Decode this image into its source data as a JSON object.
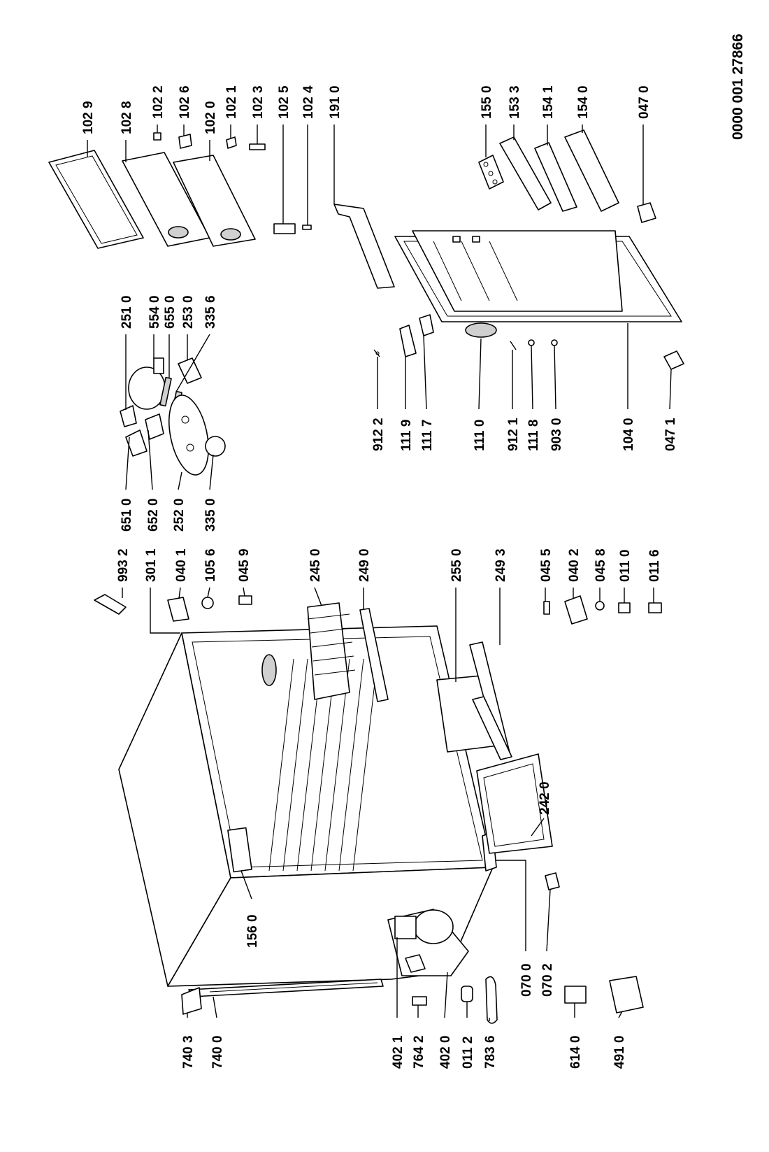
{
  "document_number": "0000 001 27866",
  "groups": {
    "top_right": [
      "102 9",
      "102 8",
      "102 2",
      "102 6",
      "102 0",
      "102 1",
      "102 3",
      "102 5",
      "102 4",
      "191 0"
    ],
    "middle_right": [
      "155 0",
      "153 3",
      "154 1",
      "154 0",
      "047 0"
    ],
    "center_top": [
      "251 0",
      "554 0",
      "655 0",
      "253 0",
      "335 6"
    ],
    "center_bottom": [
      "651 0",
      "652 0",
      "252 0",
      "335 0"
    ],
    "door_left": [
      "912 2",
      "111 9",
      "111 7",
      "111 0",
      "912 1",
      "111 8",
      "903 0",
      "104 0",
      "047 1"
    ],
    "cabinet_top": [
      "993 2",
      "301 1",
      "040 1",
      "105 6",
      "045 9",
      "245 0",
      "249 0",
      "255 0",
      "249 3"
    ],
    "cabinet_right": [
      "045 5",
      "040 2",
      "045 8",
      "011 0",
      "011 6"
    ],
    "cabinet_mid": [
      "242 0",
      "156 0",
      "070 0",
      "070 2"
    ],
    "cabinet_bottom": [
      "740 3",
      "740 0",
      "402 1",
      "764 2",
      "402 0",
      "011 2",
      "783 6"
    ],
    "bottom_parts": [
      "614 0",
      "491 0"
    ]
  }
}
